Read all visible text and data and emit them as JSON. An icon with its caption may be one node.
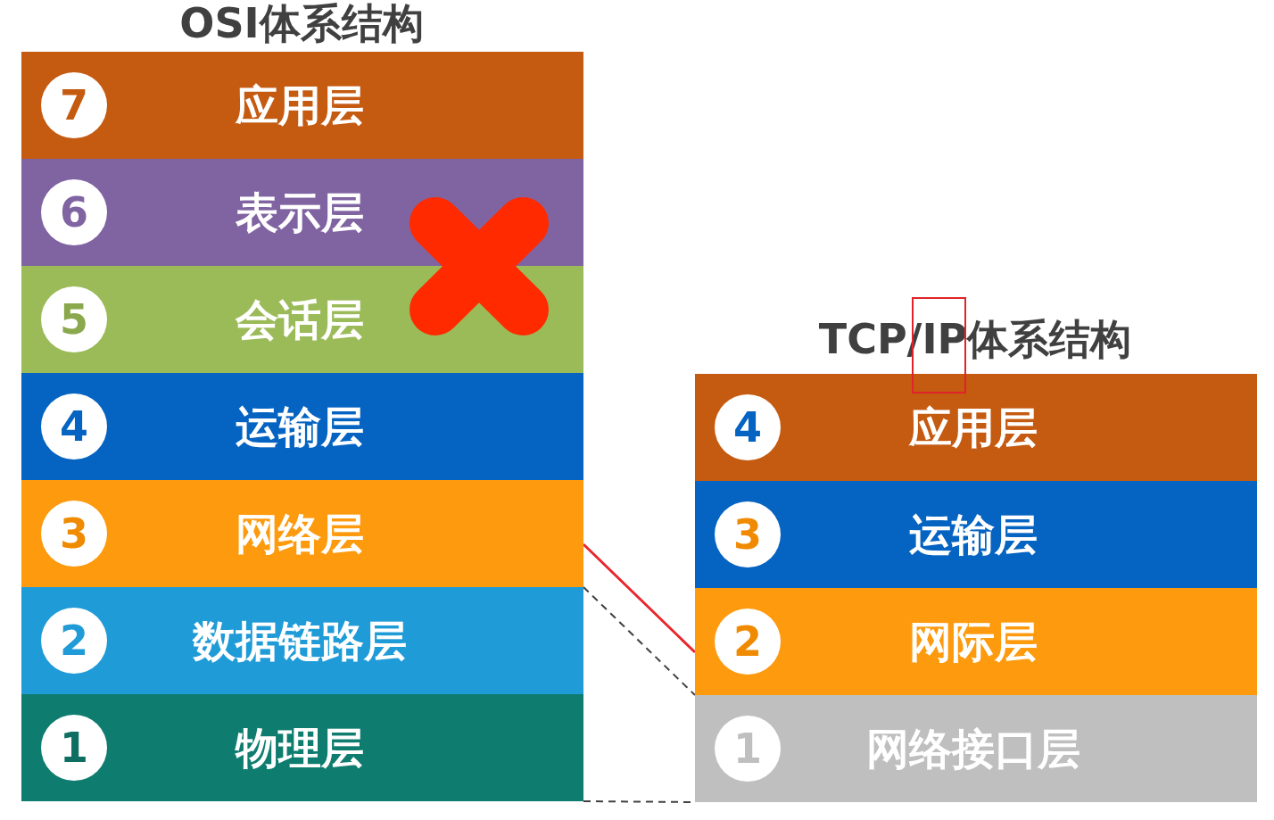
{
  "diagram": {
    "nodes": [
      {
        "text": [
          "7",
          "应用层"
        ]
      },
      {
        "text": [
          "6",
          "表示层"
        ]
      },
      {
        "text": [
          "5",
          "会话层"
        ]
      },
      {
        "text": [
          "4",
          "运输层"
        ]
      },
      {
        "text": [
          "3",
          "网络层"
        ]
      },
      {
        "text": [
          "2",
          "数据链路层"
        ]
      },
      {
        "text": [
          "1",
          "物理层"
        ]
      },
      {
        "text": [
          "4",
          "应用层"
        ]
      },
      {
        "text": [
          "3",
          "运输层"
        ]
      },
      {
        "text": [
          "2",
          "网际层"
        ]
      },
      {
        "text": [
          "1",
          "网络接口层"
        ]
      }
    ],
    "edges": [
      {
        "from": 4,
        "to": 9,
        "arrow": "none",
        "color": "#e8262d"
      },
      {
        "from": 5,
        "to": 10,
        "arrow": "none",
        "style": "dashed"
      },
      {
        "from": 6,
        "to": 10,
        "arrow": "none",
        "style": "dashed"
      }
    ],
    "labels": [
      "OSI体系结构",
      "TCP/IP体系结构"
    ]
  }
}
